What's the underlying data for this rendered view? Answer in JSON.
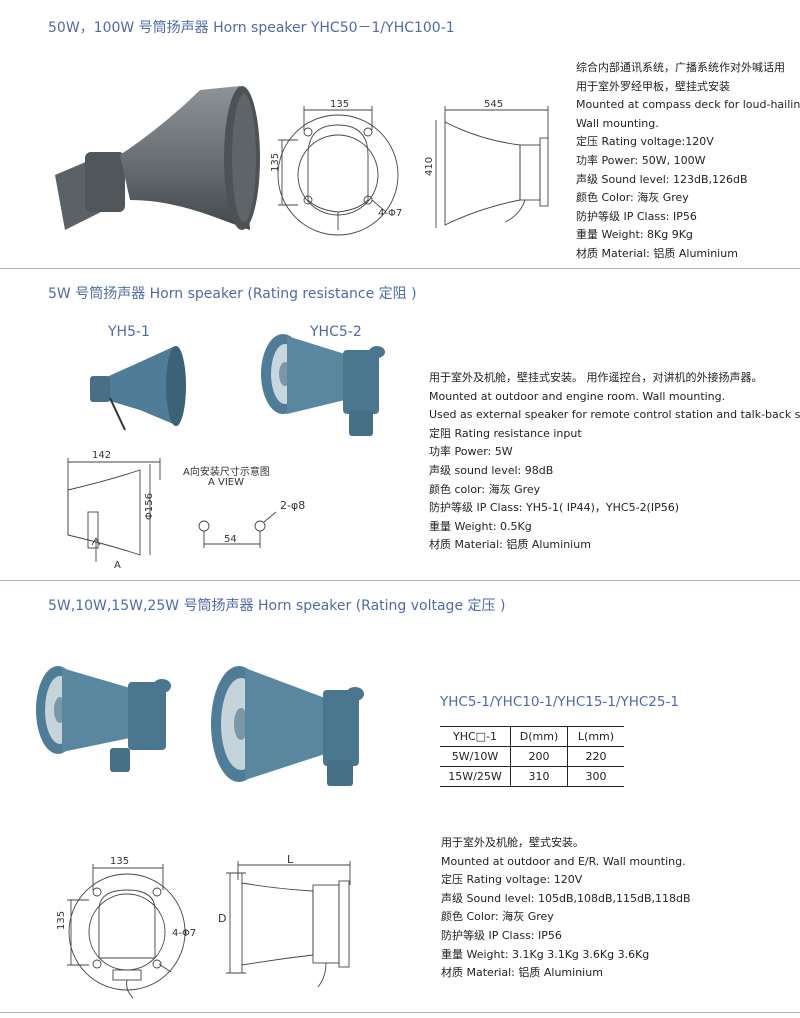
{
  "section1": {
    "title": "50W，100W 号筒扬声器 Horn speaker  YHC50－1/YHC100-1",
    "dims": {
      "d135": "135",
      "d545": "545",
      "d135v": "135",
      "d410": "410",
      "holes": "4-Φ7"
    },
    "specs": [
      "综合内部通讯系统，广播系统作对外喊话用",
      "用于室外罗经甲板，壁挂式安装",
      "Mounted at compass deck for loud-hailing.",
      "Wall mounting.",
      "定压  Rating voltage:120V",
      "功率  Power: 50W, 100W",
      "声级  Sound level: 123dB,126dB",
      "颜色  Color: 海灰  Grey",
      "防护等级  IP Class: IP56",
      "重量  Weight: 8Kg   9Kg",
      "材质  Material: 铝质  Aluminium"
    ]
  },
  "section2": {
    "title": "5W 号筒扬声器  Horn speaker (Rating resistance  定阻  )",
    "model_a": "YH5-1",
    "model_b": "YHC5-2",
    "dims": {
      "d142": "142",
      "d156": "Φ156",
      "a": "A",
      "aview_cn": "A向安装尺寸示意图",
      "aview_en": "A VIEW",
      "holes": "2-φ8",
      "d54": "54"
    },
    "specs": [
      "用于室外及机舱，壁挂式安装。 用作遥控台，对讲机的外接扬声器。",
      "Mounted at outdoor and engine room. Wall mounting.",
      "Used as external speaker for remote control station and talk-back station.",
      "定阻  Rating resistance input",
      "功率  Power: 5W",
      "声级  sound level: 98dB",
      "颜色  color: 海灰  Grey",
      "防护等级  IP Class: YH5-1( IP44)，YHC5-2(IP56)",
      "重量  Weight: 0.5Kg",
      "材质  Material: 铝质  Aluminium"
    ]
  },
  "section3": {
    "title": "5W,10W,15W,25W 号筒扬声器  Horn  speaker (Rating voltage  定压  )",
    "models": "YHC5-1/YHC10-1/YHC15-1/YHC25-1",
    "table": {
      "headers": [
        "YHC□-1",
        "D(mm)",
        "L(mm)"
      ],
      "rows": [
        [
          "5W/10W",
          "200",
          "220"
        ],
        [
          "15W/25W",
          "310",
          "300"
        ]
      ]
    },
    "dims": {
      "d135": "135",
      "d135v": "135",
      "holes": "4-Φ7",
      "L": "L",
      "D": "D"
    },
    "specs": [
      "用于室外及机舱，壁式安装。",
      "Mounted at outdoor and E/R. Wall mounting.",
      "定压  Rating voltage: 120V",
      "声级  Sound level: 105dB,108dB,115dB,118dB",
      "颜色  Color: 海灰  Grey",
      "防护等级  IP Class: IP56",
      "重量  Weight: 3.1Kg   3.1Kg    3.6Kg   3.6Kg",
      "材质  Material: 铝质  Aluminium"
    ]
  },
  "colors": {
    "title_blue": "#4f6aa8",
    "horn_grey": "#6d7478",
    "horn_blue": "#4f7c96"
  }
}
